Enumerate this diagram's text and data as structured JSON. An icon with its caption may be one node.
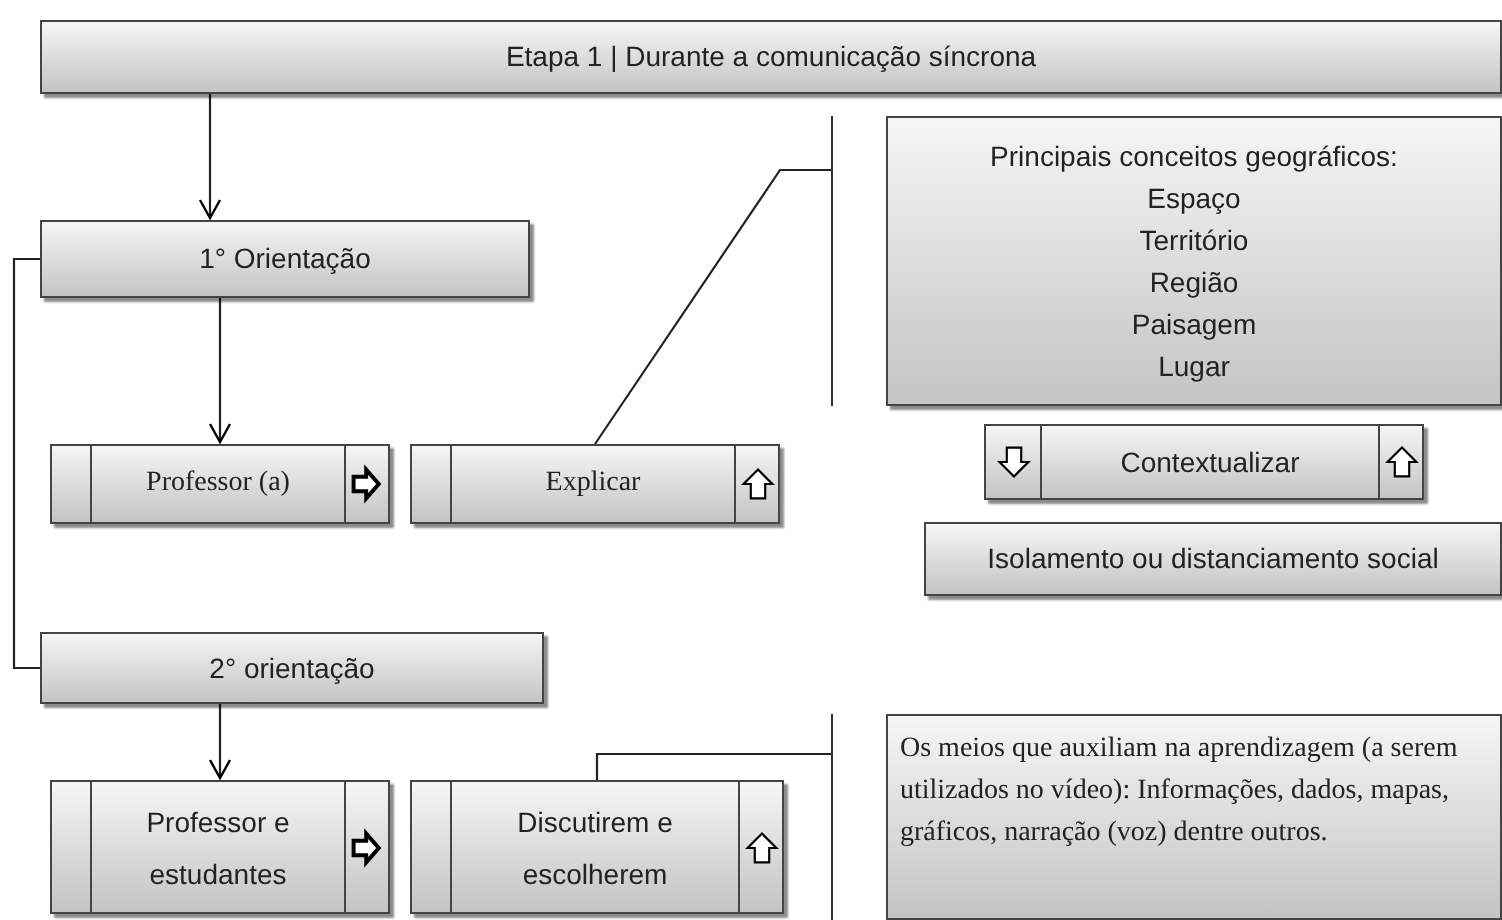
{
  "diagram": {
    "nodes": [
      {
        "text": [
          "Etapa 1 | Durante a comunicação síncrona"
        ]
      },
      {
        "text": [
          "1° Orientação"
        ]
      },
      {
        "text": [
          "Professor (a)"
        ]
      },
      {
        "text": [
          "Explicar"
        ]
      },
      {
        "text": [
          "Principais conceitos geográficos:",
          "Espaço",
          "Território",
          "Região",
          "Paisagem",
          "Lugar"
        ]
      },
      {
        "text": [
          "Contextualizar"
        ]
      },
      {
        "text": [
          "Isolamento ou distanciamento social"
        ]
      },
      {
        "text": [
          "2° orientação"
        ]
      },
      {
        "text": [
          "Professor e estudantes"
        ]
      },
      {
        "text": [
          "Discutirem e escolherem"
        ]
      },
      {
        "text": [
          "Os meios que auxiliam na aprendizagem (a serem utilizados no vídeo): Informações, dados, mapas, gráficos, narração (voz) dentre outros."
        ]
      }
    ],
    "edges": [
      {
        "from": 0,
        "to": 1,
        "arrow": "to"
      },
      {
        "from": 1,
        "to": 2,
        "arrow": "to"
      },
      {
        "from": 1,
        "to": 7,
        "arrow": "none"
      },
      {
        "from": 7,
        "to": 8,
        "arrow": "to"
      },
      {
        "from": 3,
        "to": 4,
        "arrow": "none"
      },
      {
        "from": 9,
        "to": 10,
        "arrow": "none"
      }
    ]
  }
}
